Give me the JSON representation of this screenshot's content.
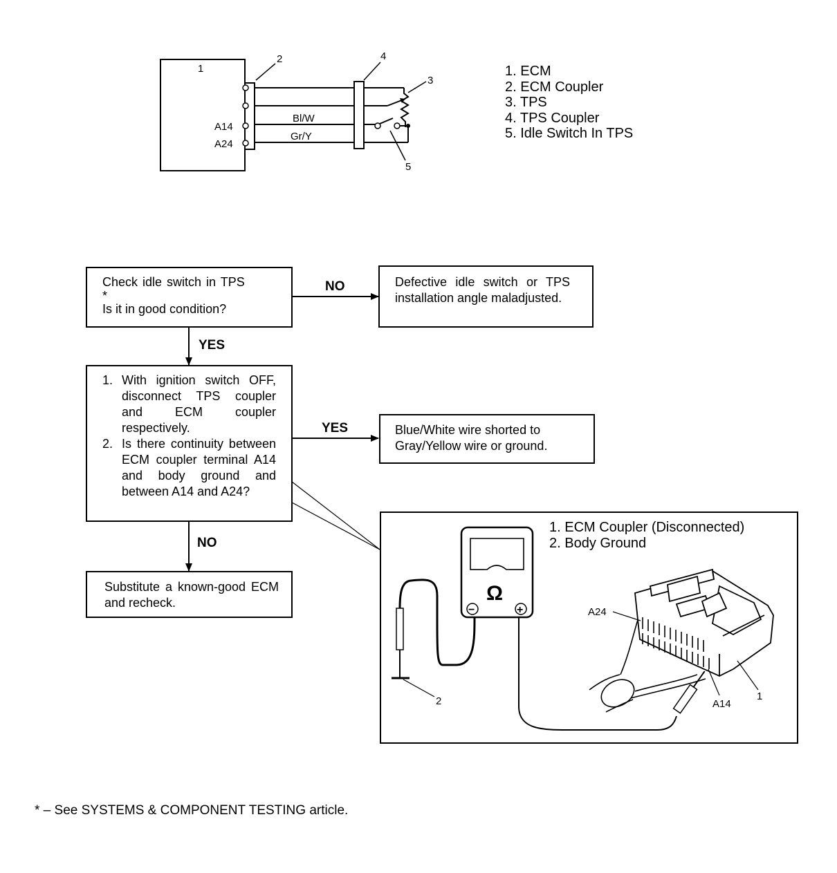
{
  "schematic": {
    "callouts": [
      "1",
      "2",
      "3",
      "4",
      "5"
    ],
    "terminals": [
      "A14",
      "A24"
    ],
    "wires": [
      "Bl/W",
      "Gr/Y"
    ]
  },
  "legend_top": [
    "1. ECM",
    "2. ECM Coupler",
    "3. TPS",
    "4. TPS Coupler",
    "5. Idle Switch In TPS"
  ],
  "flowchart": {
    "step1": {
      "line1": "Check idle switch in TPS",
      "star": "*",
      "line3": "Is it in good condition?"
    },
    "result_defective": "Defective idle switch or TPS installation angle maladjusted.",
    "step2": {
      "item1_num": "1.",
      "item1": "With ignition switch OFF, disconnect TPS coupler and ECM coupler respectively.",
      "item2_num": "2.",
      "item2": "Is there continuity between ECM coupler terminal A14 and body ground and between A14 and A24?"
    },
    "result_shorted": "Blue/White wire shorted to Gray/Yellow wire or ground.",
    "result_substitute": "Substitute a known-good ECM and recheck.",
    "labels": {
      "no1": "NO",
      "yes1": "YES",
      "yes2": "YES",
      "no2": "NO"
    }
  },
  "illustration": {
    "legend": [
      "1. ECM Coupler (Disconnected)",
      "2. Body Ground"
    ],
    "meter_symbol": "Ω",
    "minus": "−",
    "plus": "+",
    "callouts": {
      "a24": "A24",
      "a14": "A14",
      "n1": "1",
      "n2": "2"
    }
  },
  "footnote": "*  –  See SYSTEMS & COMPONENT TESTING article."
}
